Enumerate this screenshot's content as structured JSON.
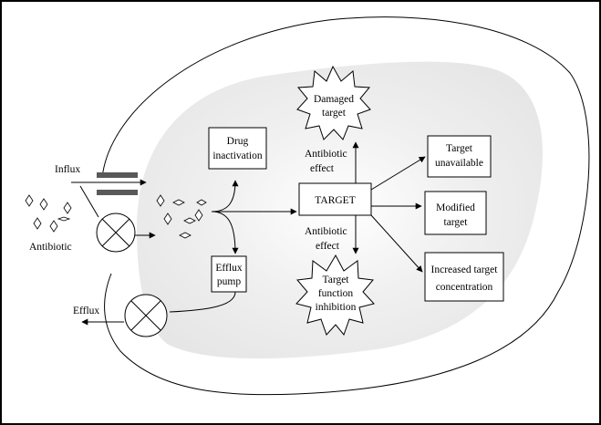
{
  "diagram": {
    "labels": {
      "influx": "Influx",
      "efflux": "Efflux",
      "antibiotic": "Antibiotic",
      "drug_inactivation": [
        "Drug",
        "inactivation"
      ],
      "efflux_pump": [
        "Efflux",
        "pump"
      ],
      "target": "TARGET",
      "antibiotic_effect_top": [
        "Antibiotic",
        "effect"
      ],
      "antibiotic_effect_bottom": [
        "Antibiotic",
        "effect"
      ],
      "damaged_target": [
        "Damaged",
        "target"
      ],
      "target_function_inhibition": [
        "Target",
        "function",
        "inhibition"
      ],
      "target_unavailable": [
        "Target",
        "unavailable"
      ],
      "modified_target": [
        "Modified",
        "target"
      ],
      "increased_target_concentration": [
        "Increased target",
        "concentration"
      ]
    },
    "colors": {
      "cytoplasm": "#e6e6e6",
      "stroke": "#000000",
      "porin": "#595959"
    }
  }
}
